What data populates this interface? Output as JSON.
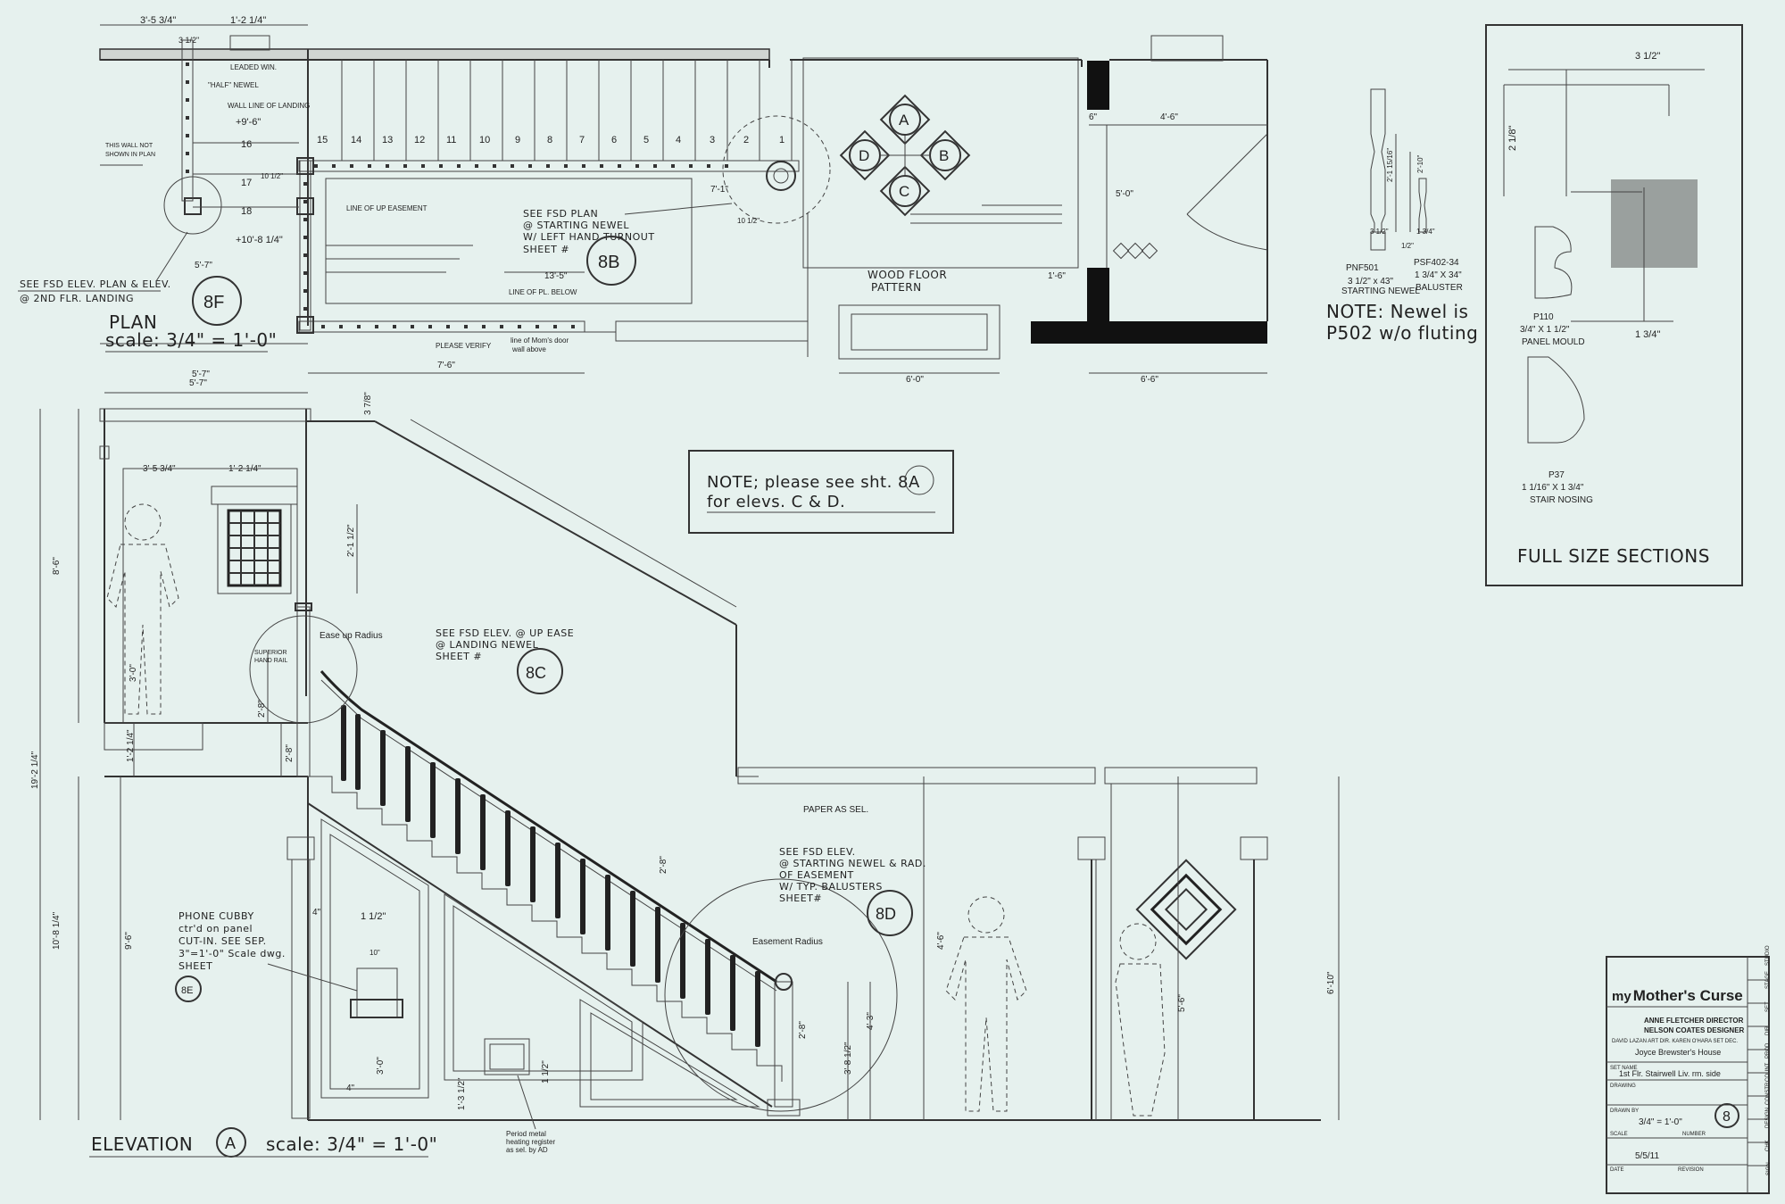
{
  "plan": {
    "title": "PLAN",
    "scale": "scale: 3/4\" = 1'-0\"",
    "callout_8f": "8F",
    "callout_8b": "8B",
    "note_fsd_landing_1": "SEE FSD ELEV. PLAN & ELEV.",
    "note_fsd_landing_2": "@ 2ND FLR. LANDING",
    "note_fsd_start_1": "SEE FSD PLAN",
    "note_fsd_start_2": "@ STARTING NEWEL",
    "note_fsd_start_3": "W/ LEFT HAND TURNOUT",
    "note_fsd_start_4": "SHEET #",
    "floor_pattern_1": "WOOD FLOOR",
    "floor_pattern_2": "PATTERN",
    "line_easement": "LINE OF UP EASEMENT",
    "line_pl_below": "LINE OF PL. BELOW",
    "please_verify": "PLEASE VERIFY",
    "moms_door_1": "line of Mom's door",
    "moms_door_2": "wall above",
    "leaded_win": "LEADED WIN.",
    "half_newel": "\"HALF\" NEWEL",
    "wall_line_landing": "WALL LINE OF LANDING",
    "wall_not_shown_1": "THIS WALL NOT",
    "wall_not_shown_2": "SHOWN IN PLAN",
    "step_numbers": [
      "15",
      "14",
      "13",
      "12",
      "11",
      "10",
      "9",
      "8",
      "7",
      "6",
      "5",
      "4",
      "3",
      "2",
      "1"
    ],
    "landing_steps": [
      "16",
      "17",
      "18"
    ],
    "compass": [
      "A",
      "B",
      "C",
      "D"
    ],
    "dims": {
      "top_a": "3'-5 3/4\"",
      "top_b": "1'-2 1/4\"",
      "top_c": "3 1/2\"",
      "el_949": "+9'-6\"",
      "el_1081": "+10'-8 1/4\"",
      "d_57": "5'-7\"",
      "d_57b": "5'-7\"",
      "d_76": "7'-6\"",
      "d_135": "13'-5\"",
      "d_60": "6'-0\"",
      "d_66": "6'-6\"",
      "d_46": "4'-6\"",
      "d_6": "6\"",
      "d_50": "5'-0\"",
      "d_16": "1'-6\"",
      "d_71": "7'-1\"",
      "d_1012": "10 1/2\"",
      "d_1012b": "10 1/2\""
    }
  },
  "profiles": {
    "newel_code": "PNF501",
    "newel_size": "3 1/2\" x 43\"",
    "newel_label": "STARTING NEWEL",
    "newel_width": "3 1/2\"",
    "newel_h1": "2'-1 15/16\"",
    "baluster_code": "PSF402-34",
    "baluster_size": "1 3/4\" X 34\"",
    "baluster_label": "BALUSTER",
    "baluster_h": "2'-10\"",
    "baluster_w": "1 3/4\"",
    "half": "1/2\"",
    "note_1": "NOTE: Newel is",
    "note_2": "P502 w/o fluting"
  },
  "sections": {
    "title": "FULL SIZE SECTIONS",
    "dim_top": "3 1/2\"",
    "dim_side": "2 1/8\"",
    "dim_bottom": "1 3/4\"",
    "p110_code": "P110",
    "p110_size": "3/4\" X 1 1/2\"",
    "p110_label": "PANEL MOULD",
    "p37_code": "P37",
    "p37_size": "1 1/16\" X 1 3/4\"",
    "p37_label": "STAIR NOSING"
  },
  "note_box": {
    "line1": "NOTE; please see sht. 8A",
    "line2": "for elevs. C & D."
  },
  "elevation": {
    "title": "ELEVATION",
    "marker": "A",
    "scale": "scale: 3/4\" = 1'-0\"",
    "callout_8c": "8C",
    "callout_8d": "8D",
    "callout_8e": "8E",
    "ease_radius": "Ease up Radius",
    "easement_radius": "Easement Radius",
    "superior_rail_1": "SUPERIOR",
    "superior_rail_2": "HAND RAIL",
    "note_8c_1": "SEE FSD ELEV. @ UP EASE",
    "note_8c_2": "@ LANDING NEWEL",
    "note_8c_3": "SHEET #",
    "note_8d_1": "SEE FSD ELEV.",
    "note_8d_2": "@ STARTING NEWEL & RAD.",
    "note_8d_3": "OF EASEMENT",
    "note_8d_4": "W/ TYP. BALUSTERS",
    "note_8d_5": "SHEET#",
    "paper": "PAPER AS SEL.",
    "phone_1": "PHONE CUBBY",
    "phone_2": "ctr'd on panel",
    "phone_3": "CUT-IN. SEE SEP.",
    "phone_4": "3\"=1'-0\" Scale dwg.",
    "phone_5": "SHEET",
    "register_1": "Period metal",
    "register_2": "heating register",
    "register_3": "as sel. by AD",
    "dims": {
      "d_57": "5'-7\"",
      "d_378": "3 7/8\"",
      "d_3534": "3'-5 3/4\"",
      "d_1214": "1'-2 1/4\"",
      "d_86": "8'-6\"",
      "d_2112": "2'-1 1/2\"",
      "d_30": "3'-0\"",
      "d_28": "2'-8\"",
      "d_28b": "2'-8\"",
      "d_1214b": "1'-2 1/4\"",
      "d_19214": "19'-2 1/4\"",
      "d_10814": "10'-8 1/4\"",
      "d_96": "9'-6\"",
      "d_4": "4\"",
      "d_112": "1 1/2\"",
      "d_10": "10\"",
      "d_30b": "3'-0\"",
      "d_4b": "4\"",
      "d_1312": "1'-3 1/2\"",
      "d_112b": "1 1/2\"",
      "d_28c": "2'-8\"",
      "d_3812": "3'-8 1/2\"",
      "d_43": "4'-3\"",
      "d_28d": "2'-8\"",
      "d_46": "4'-6\"",
      "d_56": "5'-6\"",
      "d_610": "6'-10\""
    }
  },
  "title_block": {
    "show_prefix": "my",
    "show_name": "Mother's Curse",
    "director": "ANNE FLETCHER DIRECTOR",
    "designer": "NELSON COATES DESIGNER",
    "staff": "DAVID LAZAN ART DIR.   KAREN O'HARA SET DEC.",
    "set_name": "Joyce Brewster's House",
    "set_name_label": "SET NAME",
    "drawing": "1st Flr. Stairwell Liv. rm. side",
    "drawing_label": "DRAWING",
    "drawn_by_label": "DRAWN BY",
    "scale_value": "3/4\" = 1'-0\"",
    "scale_label": "SCALE",
    "number_label": "NUMBER",
    "sheet_number": "8",
    "date_value": "5/5/11",
    "date_label": "DATE",
    "revision_label": "REVISION",
    "strip": [
      "STUDIO",
      "STAGE",
      "SET",
      "DIR",
      "PROD",
      "COUNT",
      "CONSTR",
      "DESIGN",
      "CHK",
      "SIGN"
    ]
  }
}
